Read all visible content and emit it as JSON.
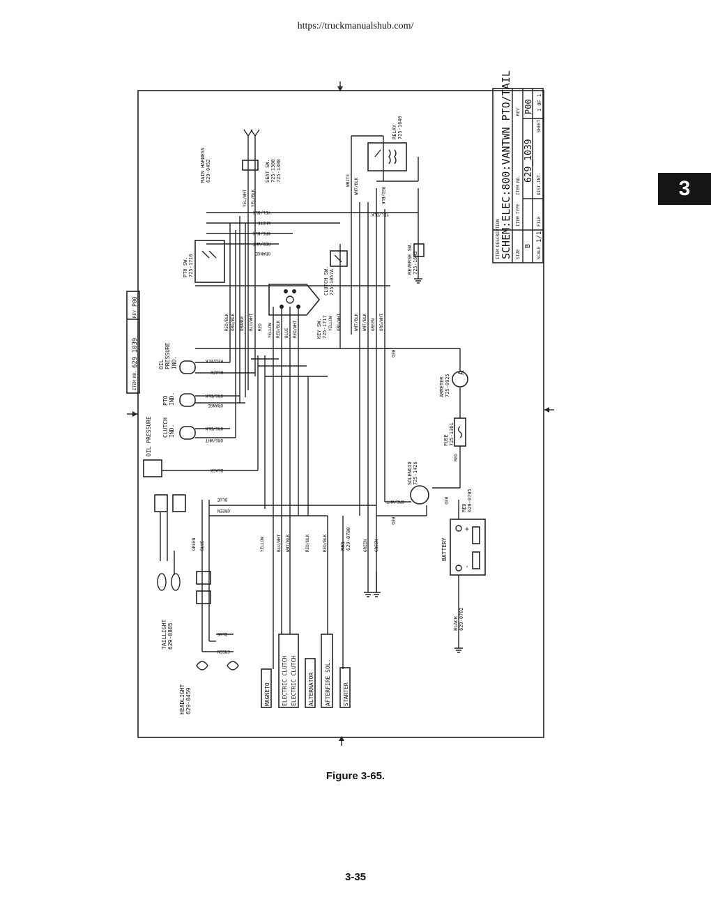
{
  "header": {
    "url": "https://truckmanualshub.com/"
  },
  "side_tab": {
    "label": "3"
  },
  "caption": "Figure 3-65.",
  "page_number": "3-35",
  "title_block": {
    "item_description_label": "ITEM DESCRIPTION",
    "item_description": "SCHEM:ELEC:800:VANTWN PTO/TAIL",
    "size_label": "SIZE",
    "size": "B",
    "item_type_label": "ITEM TYPE",
    "item_no_label": "ITEM NO.",
    "item_no": "629_1039",
    "rev_label": "REV",
    "rev": "P00",
    "scale_label": "SCALE",
    "scale": "1/1",
    "file_label": "FILE",
    "dist_label": "DIST.INT.",
    "sheet_label": "SHEET",
    "sheet": "1 OF 1"
  },
  "left_block": {
    "item_no_label": "ITEM NO.",
    "item_no": "629_1039",
    "rev_label": "REV",
    "rev": "P00"
  },
  "components": {
    "main_harness": "MAIN HARNESS\n629-0452",
    "seat_sw": "SEAT SW.\n725-1300\n725-1308",
    "relay": "RELAY\n725-1640",
    "pto_sw": "PTO SW.\n725-1716",
    "clutch_sw": "CLUTCH SW.\n725-1057A",
    "key_sw": "KEY SW.\n725-1717",
    "reverse_sw": "REVERSE SW.\n725-1643",
    "oil_pressure_ind": "OIL\nPRESSURE\nIND.",
    "pto_ind": "PTO\nIND.",
    "clutch_ind": "CLUTCH\nIND.",
    "oil_pressure": "OIL PRESSURE",
    "ammeter": "AMMETER\n725-0925",
    "fuse": "FUSE\n725-1361",
    "solenoid": "SOLENOID\n725-1426",
    "battery": "BATTERY",
    "taillight": "TAILLIGHT\n629-0885",
    "headlight": "HEADLIGHT\n629-0459",
    "red_0705": "RED\n629-0705",
    "black_0702": "BLACK\n629-0702",
    "red_0700": "RED\n629-0700"
  },
  "terminals": [
    "MAGNETO",
    "ELECTRIC CLUTCH",
    "ELECTRIC CLUTCH",
    "ALTERNATOR",
    "AFTERFIRE SOL.",
    "STARTER"
  ],
  "wire_labels": {
    "top_left": [
      "YEL/WHT",
      "YEL/BLK"
    ],
    "relay_side": [
      "WHITE",
      "WHT/BLK",
      "RED/BLK"
    ],
    "harness_rows": [
      "YEL/BLK",
      "WHITE",
      "ORG/BLK",
      "ORG/BLK",
      "RED/WHT",
      "ORANGE"
    ],
    "mid_left": [
      "RED/BLK",
      "ORG/BLK",
      "ORANGE",
      "BLU/WHT",
      "RED"
    ],
    "key_sw_left": [
      "YELLOW",
      "RED/BLK",
      "BLUE",
      "RED/WHT"
    ],
    "key_sw_right": [
      "YELLOW",
      "ORG/WHT"
    ],
    "mid_right": [
      "WHT/BLK",
      "WHT/BLK",
      "GREEN",
      "ORG/WHT"
    ],
    "red_ammeter": "RED",
    "oil_ind": [
      "RED/BLK",
      "BLACK"
    ],
    "pto_ind": [
      "ORG/BLK",
      "ORANGE"
    ],
    "clutch_ind": [
      "ORG/BLK",
      "ORG/WHT"
    ],
    "oil_pressure_wire": "BLACK",
    "lamp_wires": [
      "BLUE",
      "GREEN"
    ],
    "lamp_vertical": [
      "GREEN",
      "BLUE"
    ],
    "headlight_wires": [
      "BLUE",
      "GREEN"
    ],
    "bottom_wires": [
      "YELLOW",
      "BLU/WHT",
      "WHT/BLK",
      "RED/BLK",
      "RED/BLK",
      "GREEN",
      "GREEN"
    ],
    "solenoid_wires": [
      "ORG/WHT",
      "RED",
      "RED"
    ],
    "fuse_wire": "RED",
    "battery_plus": "+",
    "battery_minus": "-"
  }
}
